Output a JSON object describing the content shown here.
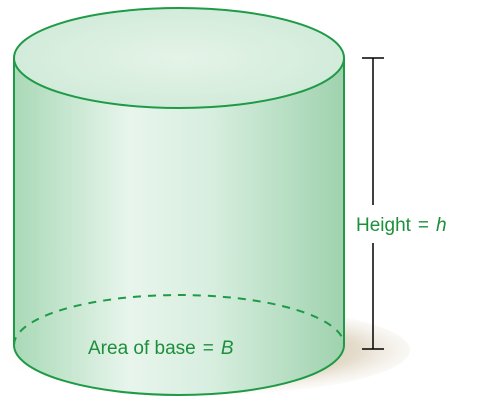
{
  "figure": {
    "height_label": {
      "text": "Height",
      "operator": "=",
      "variable": "h"
    },
    "base_label": {
      "text": "Area of base",
      "operator": "=",
      "variable": "B"
    }
  },
  "colors": {
    "outline": "#1f9a46",
    "fill_light": "#e6f4ea",
    "fill_mid": "#c9e7d2",
    "fill_dark": "#9fd2ae",
    "label_text": "#1d8f3c",
    "dimension_line": "#000000",
    "shadow": "#b7a37d"
  }
}
